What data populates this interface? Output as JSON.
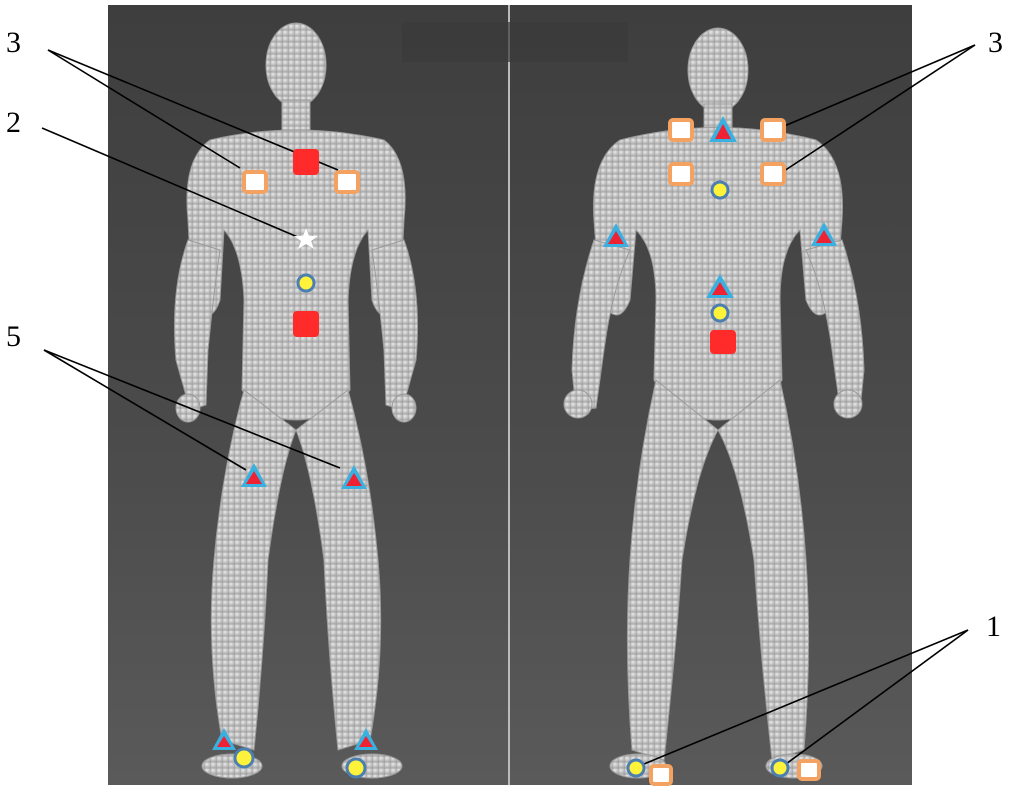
{
  "callouts": {
    "front_shoulders": "3",
    "chest": "2",
    "front_thighs": "5",
    "back_shoulders": "3",
    "back_feet": "1"
  },
  "colors": {
    "square_red": "#ff2a2a",
    "square_orange_border": "#f4a261",
    "square_orange_fill": "#ffffff",
    "triangle_border": "#3ab0e0",
    "triangle_fill": "#ee2233",
    "circle_fill": "#fff23a",
    "circle_border": "#4a7fb0",
    "star": "#ffffff",
    "background": "#4a4a4a",
    "body_mesh": "#cfcfcf"
  },
  "icons": {
    "chest_marker": "star-icon",
    "red_marker": "red-square-icon",
    "orange_marker": "orange-square-icon",
    "triangle_marker": "triangle-icon",
    "circle_marker": "circle-icon"
  }
}
